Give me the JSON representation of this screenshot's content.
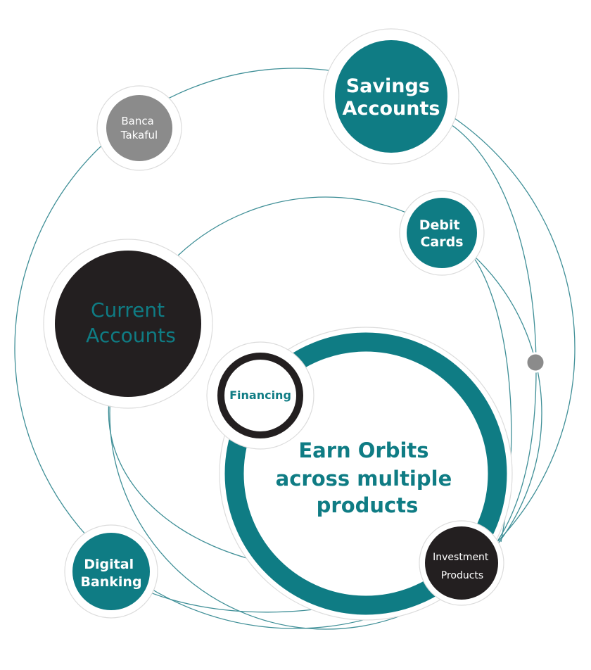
{
  "colors": {
    "teal": "#0f7c84",
    "dark": "#231f20",
    "gray": "#8b8b8b",
    "halo_ring": "#dcdcdc",
    "line": "#3f8f97"
  },
  "center": {
    "lines": [
      "Earn Orbits",
      "across multiple",
      "products"
    ]
  },
  "nodes": {
    "savings_accounts": {
      "lines": [
        "Savings",
        "Accounts"
      ]
    },
    "banca_takaful": {
      "lines": [
        "Banca",
        "Takaful"
      ]
    },
    "debit_cards": {
      "lines": [
        "Debit",
        "Cards"
      ]
    },
    "current_accounts": {
      "lines": [
        "Current",
        "Accounts"
      ]
    },
    "financing": {
      "lines": [
        "Financing"
      ]
    },
    "digital_banking": {
      "lines": [
        "Digital",
        "Banking"
      ]
    },
    "investment_products": {
      "lines": [
        "Investment",
        "Products"
      ]
    }
  }
}
